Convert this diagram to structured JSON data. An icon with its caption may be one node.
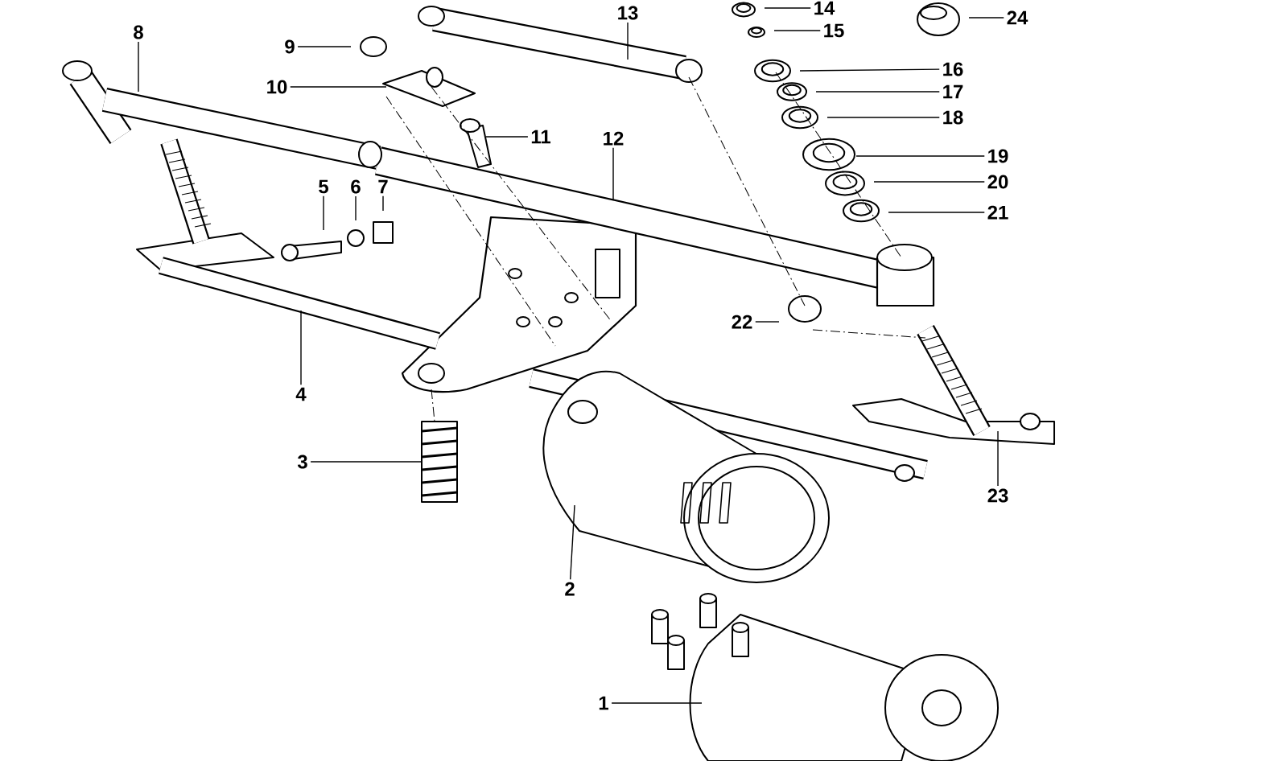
{
  "diagram": {
    "nodes": [
      {
        "text": [
          "1"
        ]
      },
      {
        "text": [
          "2"
        ]
      },
      {
        "text": [
          "3"
        ]
      },
      {
        "text": [
          "4"
        ]
      },
      {
        "text": [
          "5"
        ]
      },
      {
        "text": [
          "6"
        ]
      },
      {
        "text": [
          "7"
        ]
      },
      {
        "text": [
          "8"
        ]
      },
      {
        "text": [
          "9"
        ]
      },
      {
        "text": [
          "10"
        ]
      },
      {
        "text": [
          "11"
        ]
      },
      {
        "text": [
          "12"
        ]
      },
      {
        "text": [
          "13"
        ]
      },
      {
        "text": [
          "14"
        ]
      },
      {
        "text": [
          "15"
        ]
      },
      {
        "text": [
          "16"
        ]
      },
      {
        "text": [
          "17"
        ]
      },
      {
        "text": [
          "18"
        ]
      },
      {
        "text": [
          "19"
        ]
      },
      {
        "text": [
          "20"
        ]
      },
      {
        "text": [
          "21"
        ]
      },
      {
        "text": [
          "22"
        ]
      },
      {
        "text": [
          "23"
        ]
      },
      {
        "text": [
          "24"
        ]
      }
    ],
    "edges": [
      {
        "from": 0,
        "to": null,
        "arrow": "none"
      },
      {
        "from": 1,
        "to": null,
        "arrow": "none"
      },
      {
        "from": 2,
        "to": null,
        "arrow": "none"
      },
      {
        "from": 3,
        "to": null,
        "arrow": "none"
      },
      {
        "from": 4,
        "to": null,
        "arrow": "none"
      },
      {
        "from": 5,
        "to": null,
        "arrow": "none"
      },
      {
        "from": 6,
        "to": null,
        "arrow": "none"
      },
      {
        "from": 7,
        "to": null,
        "arrow": "none"
      },
      {
        "from": 8,
        "to": null,
        "arrow": "none"
      },
      {
        "from": 9,
        "to": null,
        "arrow": "none"
      },
      {
        "from": 10,
        "to": null,
        "arrow": "none"
      },
      {
        "from": 11,
        "to": null,
        "arrow": "none"
      },
      {
        "from": 12,
        "to": null,
        "arrow": "none"
      },
      {
        "from": 13,
        "to": null,
        "arrow": "none"
      },
      {
        "from": 14,
        "to": null,
        "arrow": "none"
      },
      {
        "from": 15,
        "to": null,
        "arrow": "none"
      },
      {
        "from": 16,
        "to": null,
        "arrow": "none"
      },
      {
        "from": 17,
        "to": null,
        "arrow": "none"
      },
      {
        "from": 18,
        "to": null,
        "arrow": "none"
      },
      {
        "from": 19,
        "to": null,
        "arrow": "none"
      },
      {
        "from": 20,
        "to": null,
        "arrow": "none"
      },
      {
        "from": 21,
        "to": null,
        "arrow": "none"
      },
      {
        "from": 22,
        "to": null,
        "arrow": "none"
      },
      {
        "from": 23,
        "to": null,
        "arrow": "none"
      }
    ]
  }
}
